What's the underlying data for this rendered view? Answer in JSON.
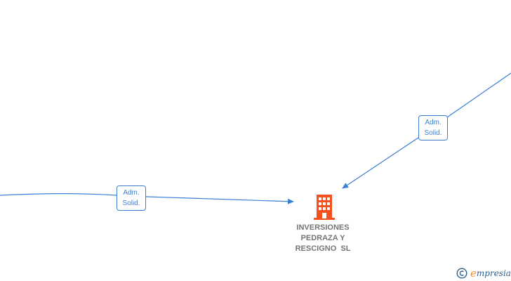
{
  "diagram": {
    "company": {
      "icon": "building-icon",
      "icon_color": "#f4511e",
      "name_lines": [
        "INVERSIONES",
        "PEDRAZA Y",
        "RESCIGNO  SL"
      ]
    },
    "edges": [
      {
        "id": "left",
        "label_lines": [
          "Adm.",
          "Solid."
        ]
      },
      {
        "id": "top-right",
        "label_lines": [
          "Adm.",
          "Solid."
        ]
      }
    ],
    "edge_color": "#3a7fd5"
  },
  "footer": {
    "copyright_icon": "copyright-icon",
    "brand_first": "e",
    "brand_rest": "mpresia",
    "brand_colors": {
      "first": "#f28c28",
      "rest": "#2d5f8b"
    }
  }
}
